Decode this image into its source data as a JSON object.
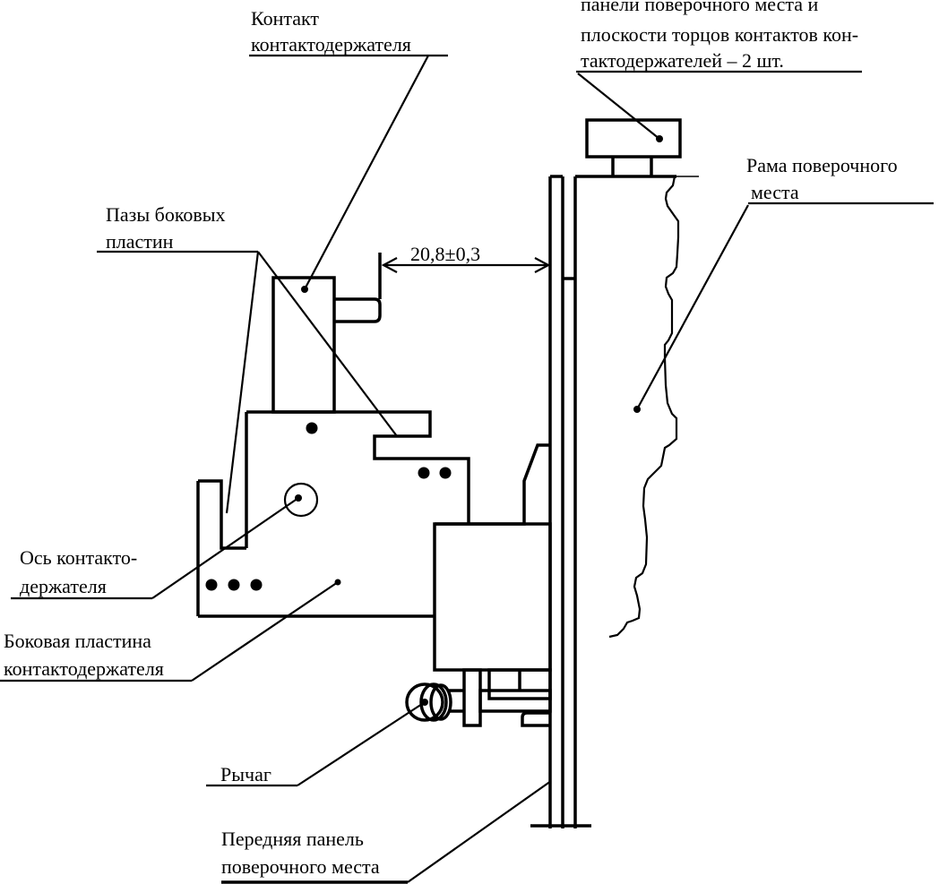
{
  "diagram": {
    "colors": {
      "ink": "#000000",
      "background": "#ffffff"
    },
    "labels": {
      "contact": [
        "Контакт",
        "контактодержателя"
      ],
      "grooves": [
        "Пазы боковых",
        "пластин"
      ],
      "dimension": "20,8±0,3",
      "top_right": [
        "панели поверочного места и",
        "плоскости торцов контактов кон-",
        "тактодержателей – 2 шт."
      ],
      "frame": [
        "Рама поверочного",
        "места"
      ],
      "axis": [
        "Ось контакто-",
        "держателя"
      ],
      "side_plate": [
        "Боковая пластина",
        "контактодержателя"
      ],
      "lever": "Рычаг",
      "front_panel": [
        "Передняя панель",
        "поверочного места"
      ]
    }
  }
}
